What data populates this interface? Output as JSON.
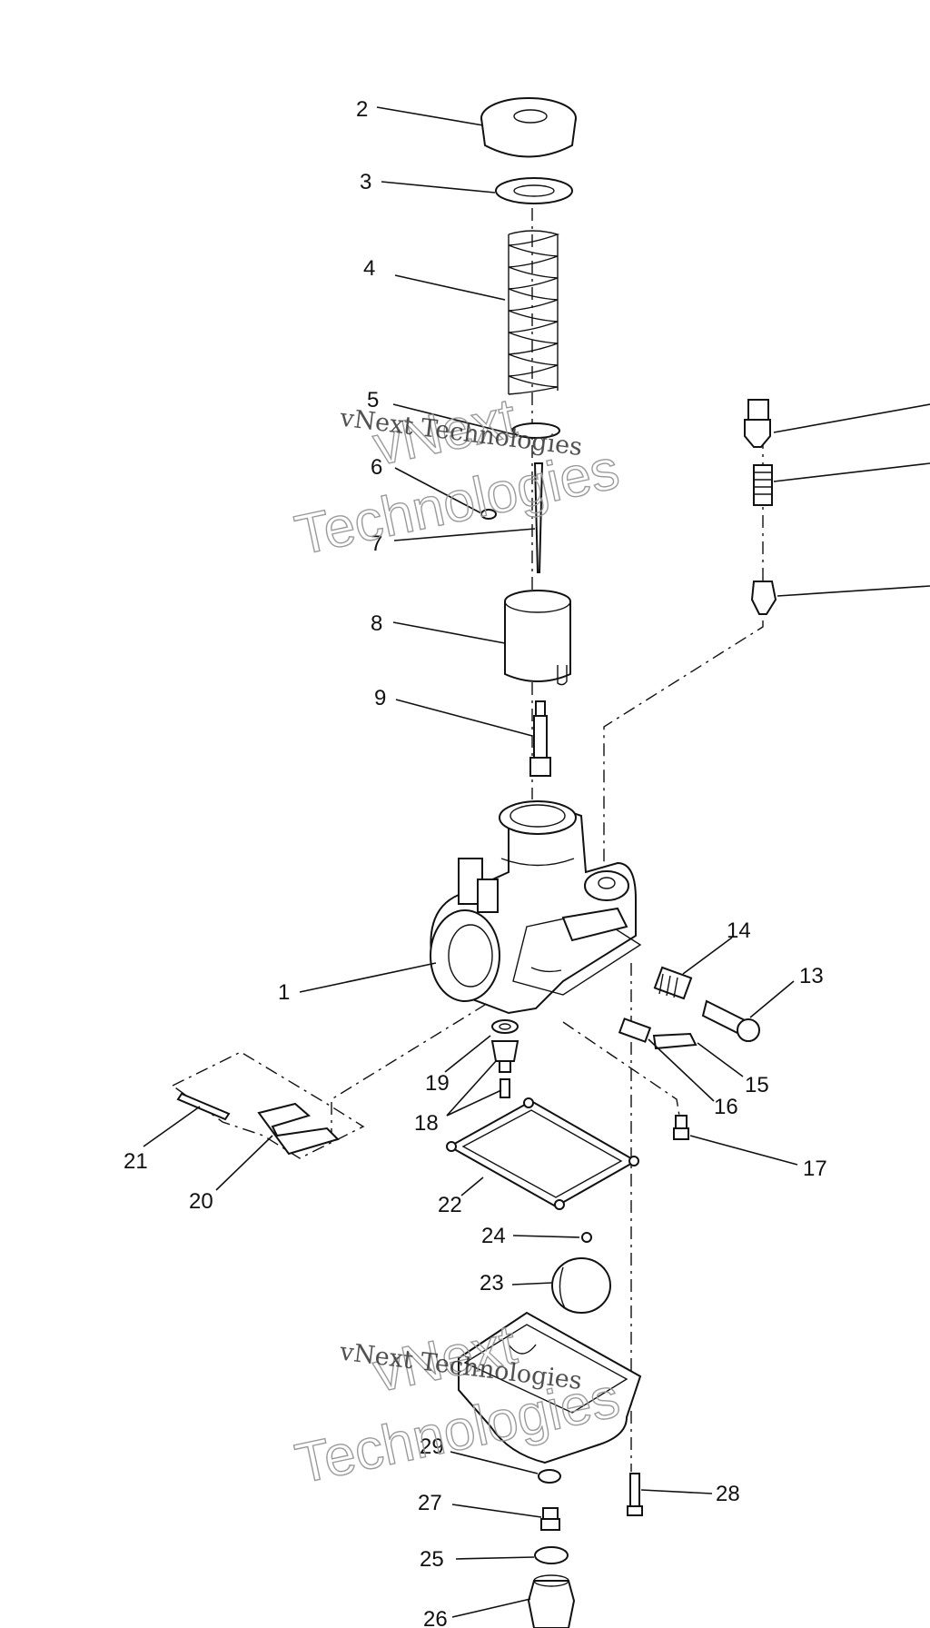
{
  "callouts": [
    "1",
    "2",
    "3",
    "4",
    "5",
    "6",
    "7",
    "8",
    "9",
    "13",
    "14",
    "15",
    "16",
    "17",
    "18",
    "19",
    "20",
    "21",
    "22",
    "23",
    "24",
    "25",
    "26",
    "27",
    "28",
    "29"
  ],
  "watermark": {
    "company": "vNext Technologies",
    "outline_top": "vNext",
    "outline_bottom": "Technologies"
  },
  "colors": {
    "line": "#111111",
    "background": "#ffffff",
    "watermark_outline": "#9a9a9a"
  }
}
